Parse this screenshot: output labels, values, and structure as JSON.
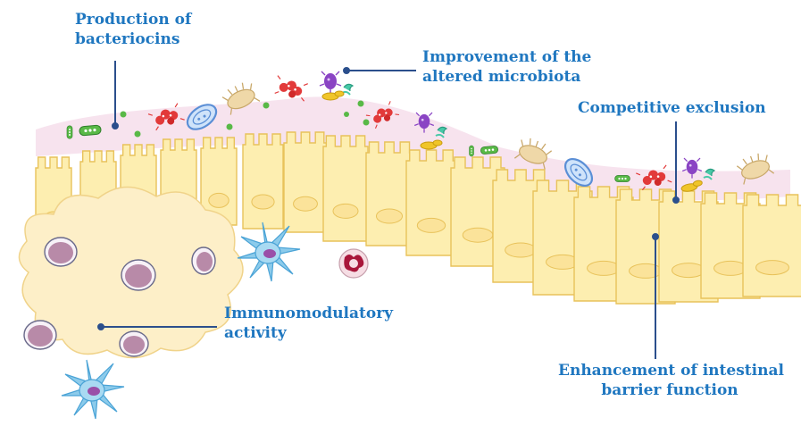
{
  "labels": {
    "bacteriocins": [
      "Production of",
      "bacteriocins"
    ],
    "microbiota": [
      "Improvement of the",
      "altered microbiota"
    ],
    "exclusion": [
      "Competitive exclusion"
    ],
    "immuno": [
      "Immunomodulatory",
      "activity"
    ],
    "barrier": [
      "Enhancement of intestinal",
      "barrier function"
    ]
  },
  "colors": {
    "label": "#1f77c0",
    "pointer_line": "#2b4f8c",
    "mucus": "#f7e3ee",
    "cell_fill": "#fdeeb0",
    "cell_stroke": "#e8c25a",
    "lymphoid": "#fdefc8",
    "nucleus": "#b88aa8",
    "dendritic": "#8ccbeb",
    "bacteria_red": "#e23a3a",
    "bacteria_green": "#59b947",
    "bacteria_purple": "#8a44c4",
    "bacteria_blue": "#5b8fd6",
    "bacteria_tan": "#efd8a8"
  },
  "icons": [
    "epithelium-icon",
    "mucus-layer-icon",
    "bacterium-icon",
    "lymphoid-follicle-icon",
    "dendritic-cell-icon",
    "neutrophil-icon"
  ]
}
